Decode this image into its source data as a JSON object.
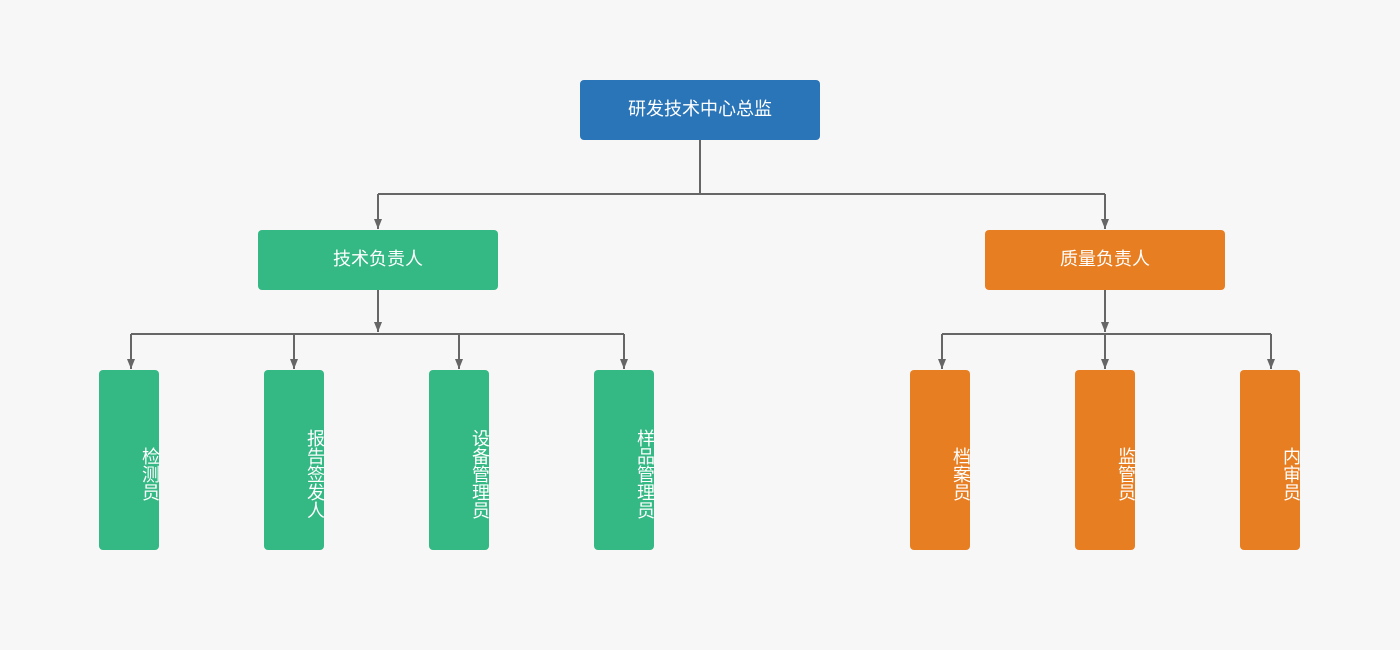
{
  "colors": {
    "background": "#f7f7f7",
    "root": "#2a74b8",
    "technical": "#34b884",
    "quality": "#e87e22",
    "connector": "#666666"
  },
  "root": {
    "label": "研发技术中心总监"
  },
  "technical": {
    "label": "技术负责人",
    "children": [
      {
        "label": "检测员"
      },
      {
        "label": "报告签发人"
      },
      {
        "label": "设备管理员"
      },
      {
        "label": "样品管理员"
      }
    ]
  },
  "quality": {
    "label": "质量负责人",
    "children": [
      {
        "label": "档案员"
      },
      {
        "label": "监管员"
      },
      {
        "label": "内审员"
      }
    ]
  }
}
